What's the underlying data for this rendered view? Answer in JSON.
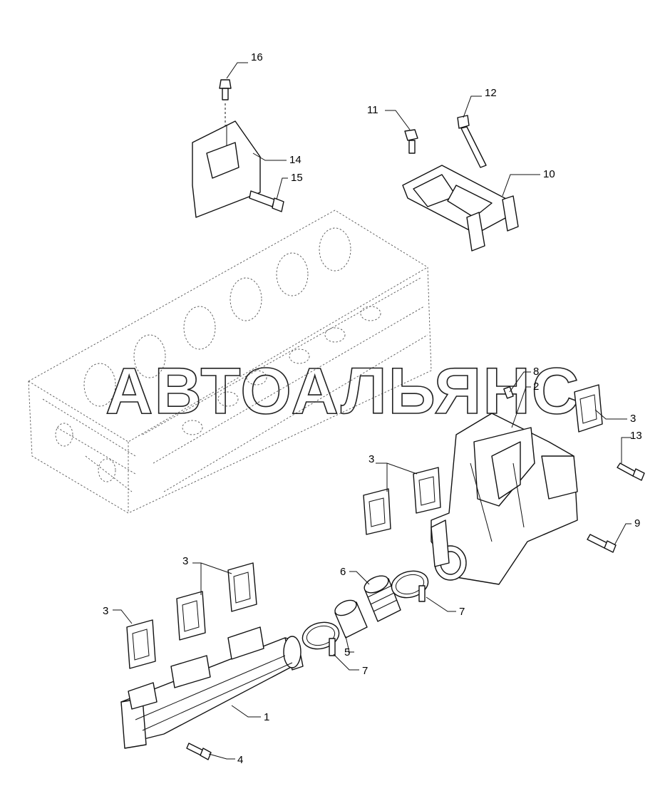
{
  "watermark": {
    "text": "АВТОАЛЬЯНС",
    "stroke_color": "#222222"
  },
  "callouts": [
    {
      "id": "16",
      "label": "16"
    },
    {
      "id": "11",
      "label": "11"
    },
    {
      "id": "12",
      "label": "12"
    },
    {
      "id": "14",
      "label": "14"
    },
    {
      "id": "15",
      "label": "15"
    },
    {
      "id": "10",
      "label": "10"
    },
    {
      "id": "8",
      "label": "8"
    },
    {
      "id": "2",
      "label": "2"
    },
    {
      "id": "3a",
      "label": "3"
    },
    {
      "id": "13",
      "label": "13"
    },
    {
      "id": "3b",
      "label": "3"
    },
    {
      "id": "9",
      "label": "9"
    },
    {
      "id": "3c",
      "label": "3"
    },
    {
      "id": "6",
      "label": "6"
    },
    {
      "id": "3d",
      "label": "3"
    },
    {
      "id": "7a",
      "label": "7"
    },
    {
      "id": "5",
      "label": "5"
    },
    {
      "id": "7b",
      "label": "7"
    },
    {
      "id": "1",
      "label": "1"
    },
    {
      "id": "4",
      "label": "4"
    }
  ]
}
